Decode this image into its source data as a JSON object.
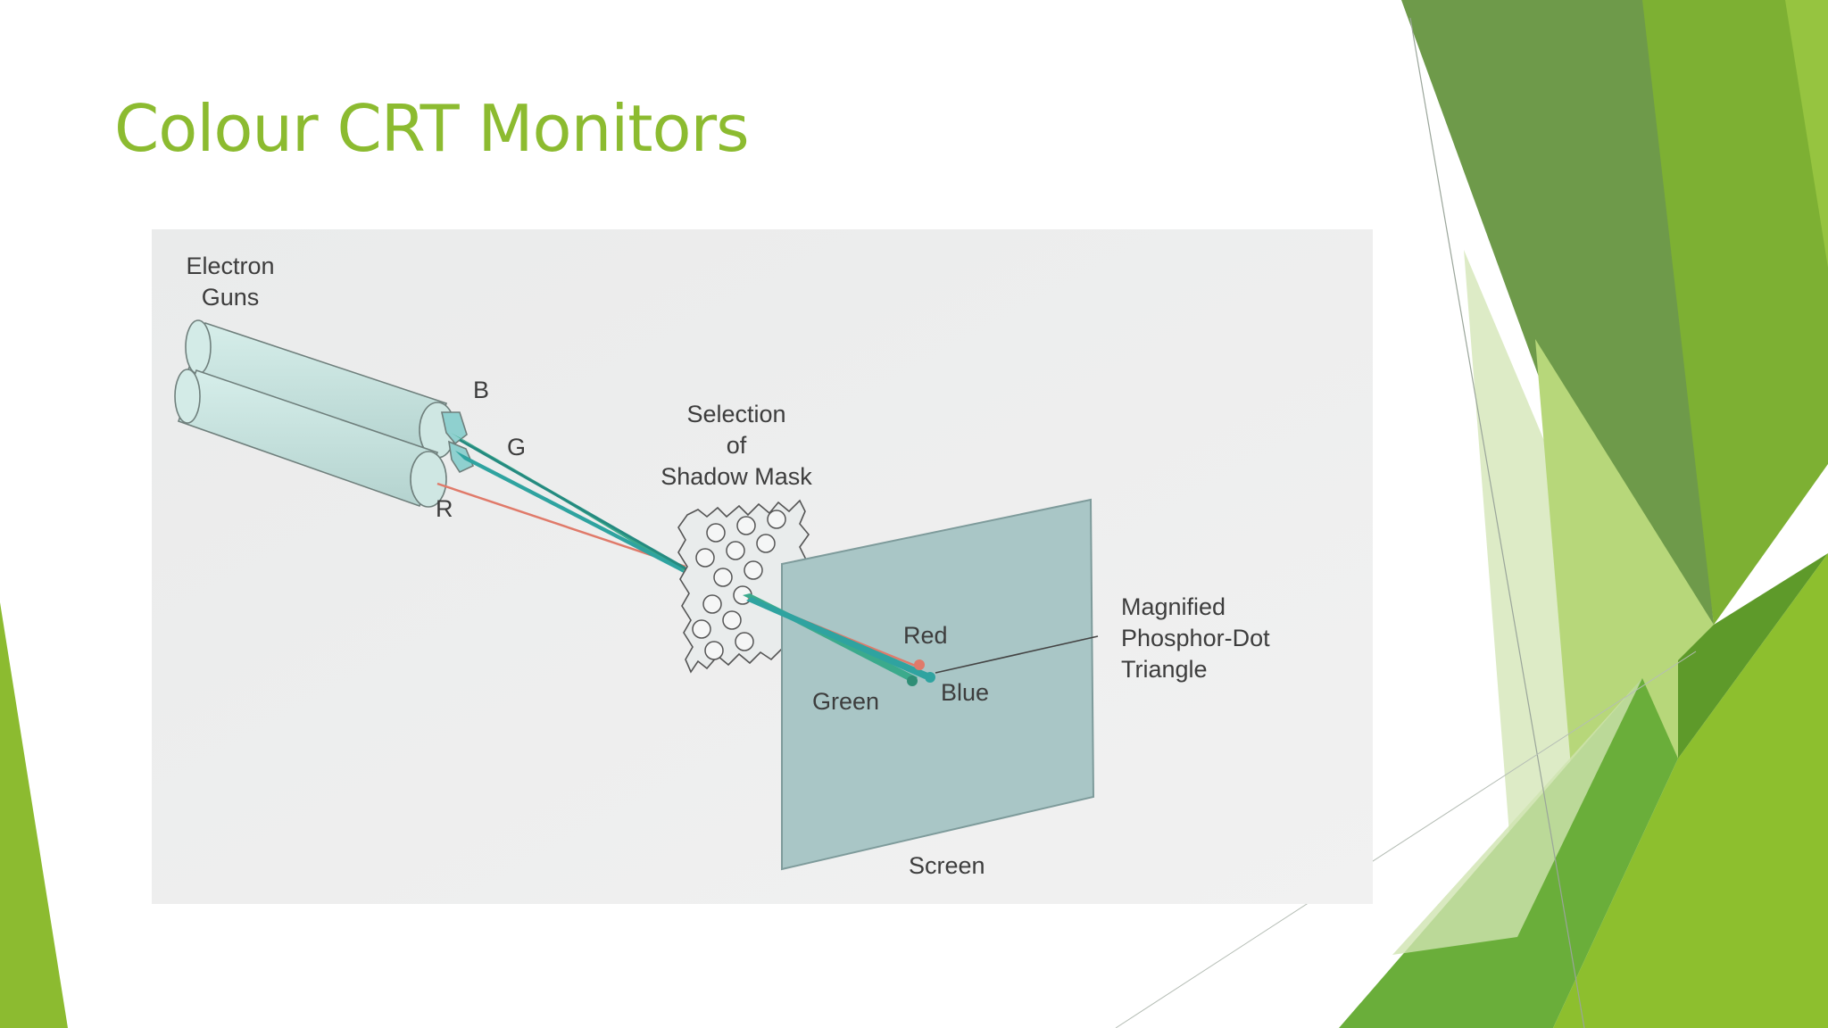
{
  "slide": {
    "title": "Colour CRT Monitors",
    "accent_color": "#8CBB30"
  },
  "diagram": {
    "labels": {
      "electron_guns_line1": "Electron",
      "electron_guns_line2": "Guns",
      "gun_b": "B",
      "gun_g": "G",
      "gun_r": "R",
      "mask_line1": "Selection",
      "mask_line2": "of",
      "mask_line3": "Shadow Mask",
      "dot_red": "Red",
      "dot_green": "Green",
      "dot_blue": "Blue",
      "phosphor_line1": "Magnified",
      "phosphor_line2": "Phosphor-Dot",
      "phosphor_line3": "Triangle",
      "screen": "Screen"
    },
    "colors": {
      "beam_red": "#E07A6A",
      "beam_green": "#3BAA8C",
      "beam_blue": "#2FA3A0",
      "screen_fill": "#A9C6C6",
      "gun_fill": "#C6E3DF",
      "background": "#EDEEEE"
    }
  }
}
